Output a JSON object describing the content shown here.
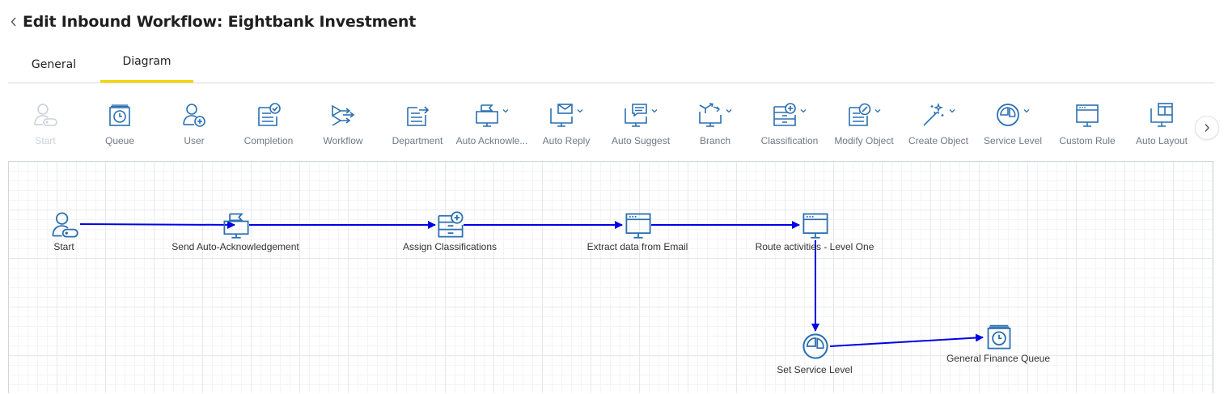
{
  "header": {
    "back_icon": "chevron-left-icon",
    "title": "Edit Inbound Workflow: Eightbank Investment"
  },
  "tabs": [
    {
      "label": "General",
      "active": false
    },
    {
      "label": "Diagram",
      "active": true
    }
  ],
  "toolbar": {
    "items": [
      {
        "label": "Start",
        "icon": "user-key-icon",
        "disabled": true,
        "dropdown": false
      },
      {
        "label": "Queue",
        "icon": "queue-icon",
        "disabled": false,
        "dropdown": false
      },
      {
        "label": "User",
        "icon": "user-add-icon",
        "disabled": false,
        "dropdown": false
      },
      {
        "label": "Completion",
        "icon": "completion-icon",
        "disabled": false,
        "dropdown": false
      },
      {
        "label": "Workflow",
        "icon": "workflow-icon",
        "disabled": false,
        "dropdown": false
      },
      {
        "label": "Department",
        "icon": "department-icon",
        "disabled": false,
        "dropdown": false
      },
      {
        "label": "Auto Acknowle...",
        "icon": "flag-monitor-icon",
        "disabled": false,
        "dropdown": true
      },
      {
        "label": "Auto Reply",
        "icon": "mail-monitor-icon",
        "disabled": false,
        "dropdown": true
      },
      {
        "label": "Auto Suggest",
        "icon": "chat-monitor-icon",
        "disabled": false,
        "dropdown": true
      },
      {
        "label": "Branch",
        "icon": "branch-monitor-icon",
        "disabled": false,
        "dropdown": true
      },
      {
        "label": "Classification",
        "icon": "classification-icon",
        "disabled": false,
        "dropdown": true
      },
      {
        "label": "Modify Object",
        "icon": "modify-object-icon",
        "disabled": false,
        "dropdown": true
      },
      {
        "label": "Create Object",
        "icon": "magic-wand-icon",
        "disabled": false,
        "dropdown": true
      },
      {
        "label": "Service Level",
        "icon": "pie-gauge-icon",
        "disabled": false,
        "dropdown": true
      },
      {
        "label": "Custom Rule",
        "icon": "browser-monitor-icon",
        "disabled": false,
        "dropdown": false
      },
      {
        "label": "Auto Layout",
        "icon": "layout-monitor-icon",
        "disabled": false,
        "dropdown": false
      }
    ],
    "scroll_icon": "chevron-right-icon"
  },
  "diagram": {
    "nodes": [
      {
        "label": "Start",
        "icon": "user-key-icon"
      },
      {
        "label": "Send Auto-Acknowledgement",
        "icon": "flag-monitor-icon"
      },
      {
        "label": "Assign Classifications",
        "icon": "classification-icon"
      },
      {
        "label": "Extract data from Email",
        "icon": "browser-monitor-icon"
      },
      {
        "label": "Route activities - Level One",
        "icon": "browser-monitor-icon"
      },
      {
        "label": "Set Service Level",
        "icon": "pie-gauge-icon"
      },
      {
        "label": "General Finance Queue",
        "icon": "queue-icon"
      }
    ]
  },
  "colors": {
    "icon_blue": "#2a6fb0",
    "edge_blue": "#0000e6",
    "tab_underline": "#f2d600",
    "disabled": "#c9d1d9"
  }
}
